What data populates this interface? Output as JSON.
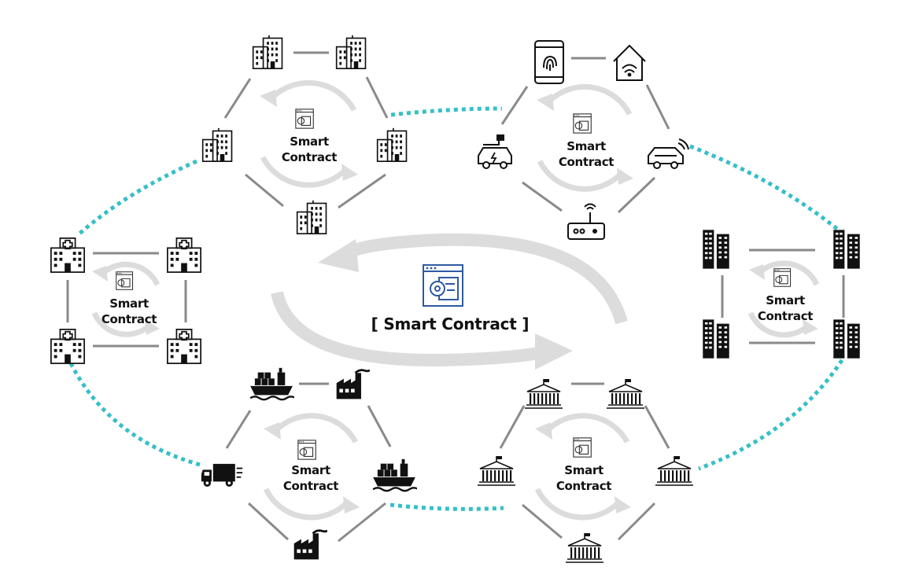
{
  "center": {
    "label": "[ Smart Contract ]",
    "icon": "smart-contract-icon",
    "accent_color": "#2e5aa0"
  },
  "cluster_label": {
    "line1": "Smart",
    "line2": "Contract"
  },
  "clusters": [
    {
      "id": "buildings",
      "icon": "office-building-icon"
    },
    {
      "id": "iot",
      "icons": [
        "smartphone-fingerprint-icon",
        "smart-home-icon",
        "electric-car-icon",
        "connected-car-icon",
        "wifi-router-icon"
      ]
    },
    {
      "id": "hospitals",
      "icon": "hospital-icon"
    },
    {
      "id": "data-centers",
      "icon": "server-tower-icon"
    },
    {
      "id": "logistics",
      "icons": [
        "cargo-ship-icon",
        "factory-icon",
        "delivery-truck-icon"
      ]
    },
    {
      "id": "government",
      "icon": "government-building-icon"
    }
  ],
  "colors": {
    "link_line": "#8a8a8a",
    "cycle_arrow": "#dcdcdc",
    "network_dotted": "#36bfc8",
    "icon_stroke": "#111111"
  }
}
